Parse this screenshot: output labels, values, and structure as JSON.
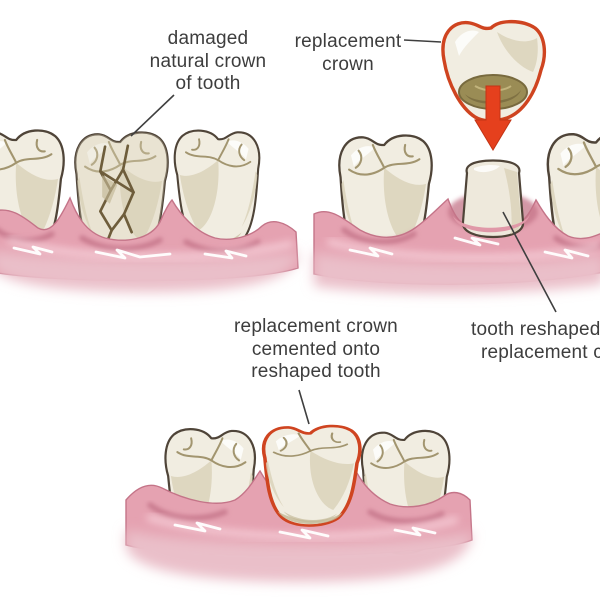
{
  "labels": {
    "damaged_crown": {
      "lines": [
        "damaged",
        "natural crown",
        "of tooth"
      ]
    },
    "replacement_crown": {
      "lines": [
        "replacement",
        "crown"
      ]
    },
    "tooth_reshaped": {
      "lines": [
        "tooth reshaped",
        "replacement c"
      ]
    },
    "cemented_crown": {
      "lines": [
        "replacement crown",
        "cemented onto",
        "reshaped tooth"
      ]
    }
  },
  "icons": {
    "down_arrow_icon": "↓"
  },
  "colors": {
    "background": "#ffffff",
    "text": "#3d3d3d",
    "leader_line": "#3f3f3f",
    "tooth_fill": "#f1ede1",
    "tooth_outline": "#4f4438",
    "tooth_shadow": "#d9d1b8",
    "tooth_shadow_dark": "#c3b896",
    "fissure": "#a2956f",
    "crack": "#6e5d3b",
    "gum": "#e5a2b1",
    "gum_dark": "#c47488",
    "gum_soft": "#eabfc9",
    "gum_light": "#f5cdd7",
    "crown_outline": "#cf4420",
    "arrow": "#e5401d",
    "arrow_dark": "#c23515",
    "crown_hollow": "#9a8c55",
    "crown_hollow_dark": "#786a3e",
    "stub_fill": "#eee9dc"
  }
}
